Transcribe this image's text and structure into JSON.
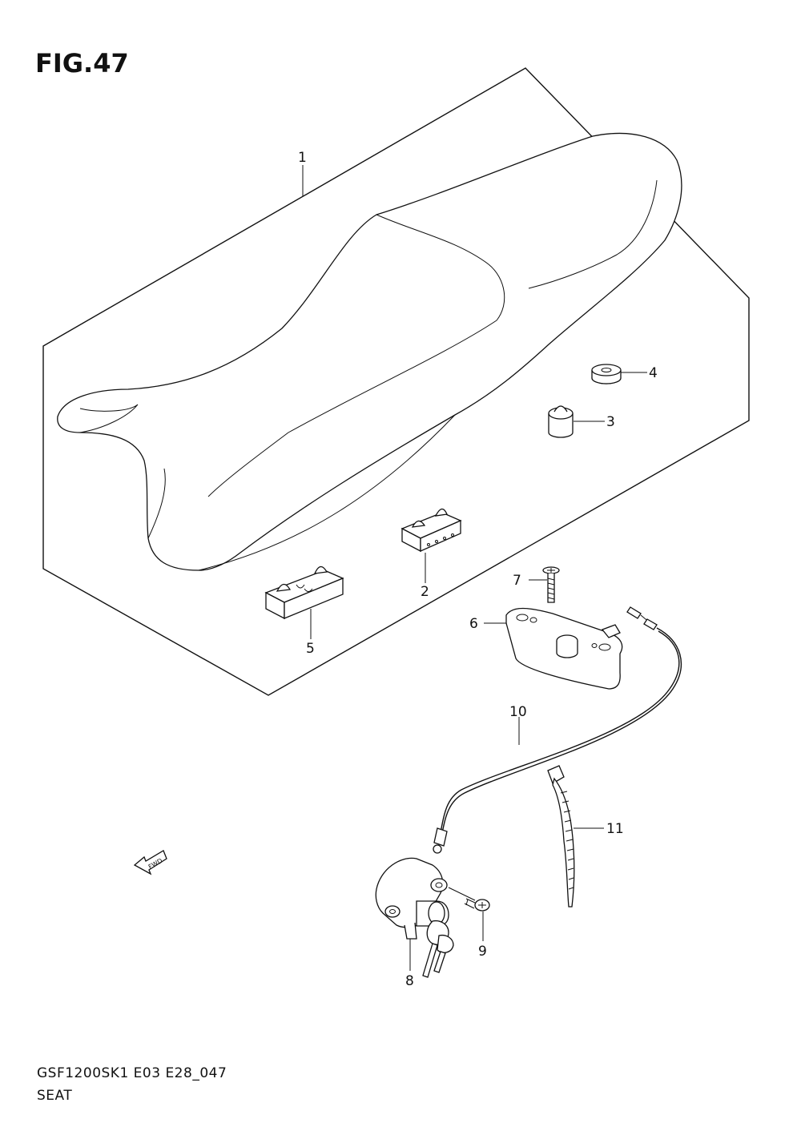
{
  "figure": {
    "title": "FIG.47",
    "model_code": "GSF1200SK1 E03 E28_047",
    "section_name": "SEAT"
  },
  "parts": [
    {
      "num": "1"
    },
    {
      "num": "2"
    },
    {
      "num": "3"
    },
    {
      "num": "4"
    },
    {
      "num": "5"
    },
    {
      "num": "6"
    },
    {
      "num": "7"
    },
    {
      "num": "8"
    },
    {
      "num": "9"
    },
    {
      "num": "10"
    },
    {
      "num": "11"
    }
  ],
  "fwd_arrow_label": "FWD"
}
